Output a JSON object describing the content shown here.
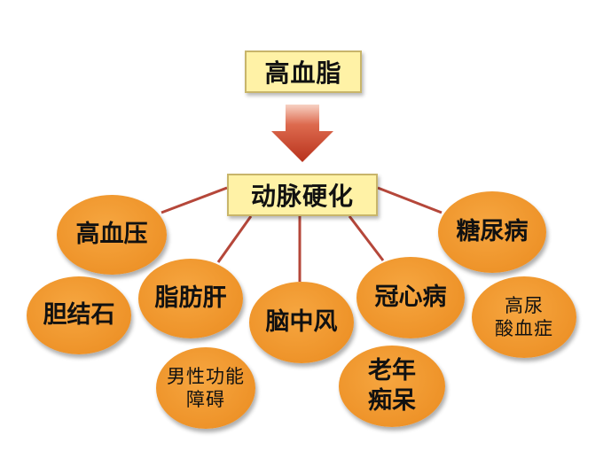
{
  "top_node": {
    "label": "高血脂"
  },
  "center_node": {
    "label": "动脉硬化"
  },
  "nodes": {
    "hypertension": {
      "label": "高血压"
    },
    "gallstone": {
      "label": "胆结石"
    },
    "fatty_liver": {
      "label": "脂肪肝"
    },
    "ed": {
      "line1": "男性功能",
      "line2": "障碍"
    },
    "stroke": {
      "label": "脑中风"
    },
    "coronary": {
      "label": "冠心病"
    },
    "dementia": {
      "line1": "老年",
      "line2": "痴呆"
    },
    "diabetes": {
      "label": "糖尿病"
    },
    "hyperuricemia": {
      "line1": "高尿",
      "line2": "酸血症"
    }
  },
  "colors": {
    "box_fill": "#fff2a6",
    "bubble_fill": "#ee9329",
    "arrow": "#c9402a",
    "connector": "#b5473a"
  }
}
